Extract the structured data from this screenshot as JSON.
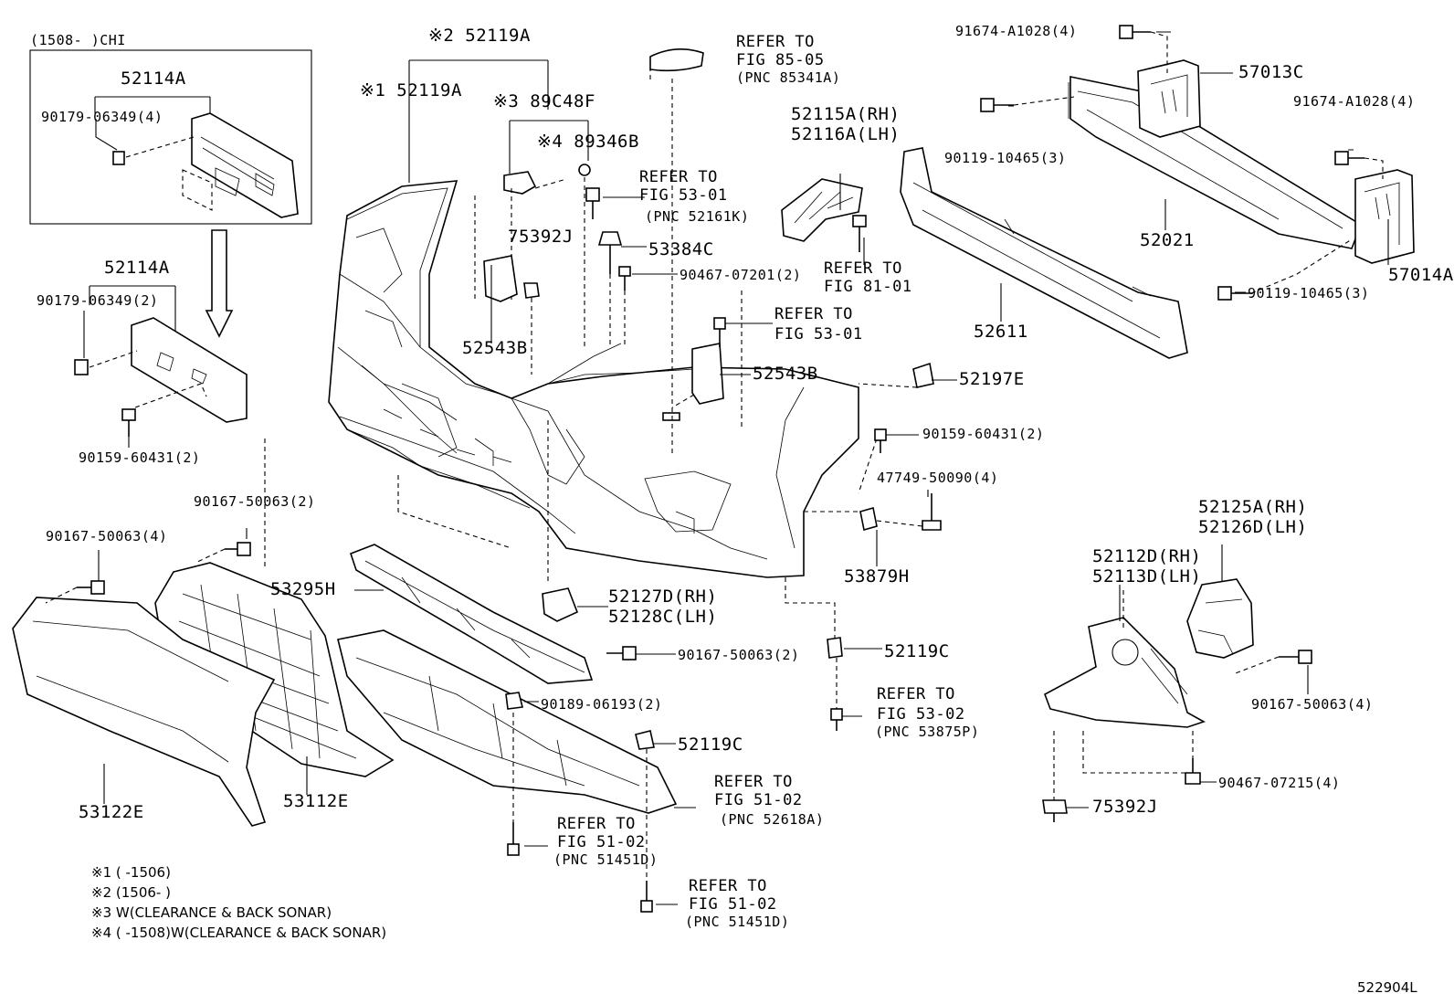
{
  "inset": {
    "date_range": "(1508-      )CHI"
  },
  "labels": {
    "p52114A_top": "52114A",
    "p90179_4": "90179-06349(4)",
    "p52114A_mid": "52114A",
    "p90179_2": "90179-06349(2)",
    "p90159_left": "90159-60431(2)",
    "p52119A_2": "※2 52119A",
    "p52119A_1": "※1 52119A",
    "p89C48F": "※3 89C48F",
    "p89346B": "※4 89346B",
    "p75392J_top": "75392J",
    "p52543B_left": "52543B",
    "p53384C": "53384C",
    "p90467_07201": "90467-07201(2)",
    "p52543B_right": "52543B",
    "p52115A": "52115A(RH)",
    "p52116A": "52116A(LH)",
    "p52197E": "52197E",
    "p90159_right": "90159-60431(2)",
    "p47749": "47749-50090(4)",
    "p53879H": "53879H",
    "p91674_top": "91674-A1028(4)",
    "p57013C": "57013C",
    "p91674_right": "91674-A1028(4)",
    "p90119_left": "90119-10465(3)",
    "p52021": "52021",
    "p57014A": "57014A",
    "p90119_right": "90119-10465(3)",
    "p52611": "52611",
    "p90167_2_top": "90167-50063(2)",
    "p90167_4_left": "90167-50063(4)",
    "p53295H": "53295H",
    "p52127D": "52127D(RH)",
    "p52128C": "52128C(LH)",
    "p90167_2_mid": "90167-50063(2)",
    "p90189": "90189-06193(2)",
    "p52119C_mid": "52119C",
    "p52119C_right": "52119C",
    "p53122E": "53122E",
    "p53112E": "53112E",
    "p52125A": "52125A(RH)",
    "p52126D": "52126D(LH)",
    "p52112D": "52112D(RH)",
    "p52113D": "52113D(LH)",
    "p90167_4_right": "90167-50063(4)",
    "p90467_07215": "90467-07215(4)",
    "p75392J_bottom": "75392J"
  },
  "refs": {
    "r85_05": [
      "REFER TO",
      "FIG 85-05",
      "(PNC 85341A)"
    ],
    "r53_01_a": [
      "REFER TO",
      "FIG 53-01",
      "(PNC 52161K)"
    ],
    "r53_01_b": [
      "REFER TO",
      "FIG 53-01"
    ],
    "r81_01": [
      "REFER TO",
      "FIG 81-01"
    ],
    "r53_02": [
      "REFER TO",
      "FIG 53-02",
      "(PNC 53875P)"
    ],
    "r51_02_a": [
      "REFER TO",
      "FIG 51-02",
      "(PNC 52618A)"
    ],
    "r51_02_b": [
      "REFER TO",
      "FIG 51-02",
      "(PNC 51451D)"
    ],
    "r51_02_c": [
      "REFER TO",
      "FIG 51-02",
      "(PNC 51451D)"
    ]
  },
  "footnotes": [
    "※1 (      -1506)",
    "※2 (1506-      )",
    "※3 W(CLEARANCE & BACK SONAR)",
    "※4 (      -1508)W(CLEARANCE & BACK SONAR)"
  ],
  "figure_id": "522904L"
}
